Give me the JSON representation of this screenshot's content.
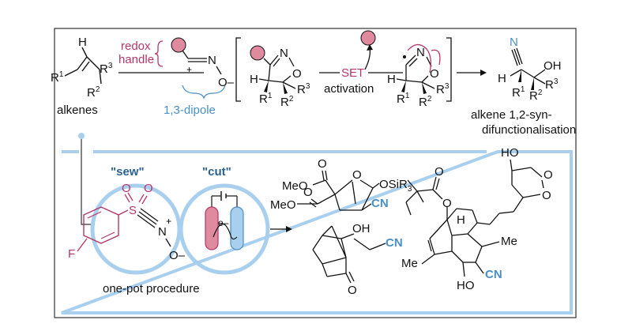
{
  "labels": {
    "redox": "redox",
    "handle": "handle",
    "alkenes": "alkenes",
    "dipole": "1,3-dipole",
    "set": "SET",
    "activation": "activation",
    "product_line1": "alkene 1,2-syn-",
    "product_line2": "difunctionalisation",
    "sew": "\"sew\"",
    "cut": "\"cut\"",
    "one_pot": "one-pot procedure"
  },
  "atoms": {
    "H": "H",
    "R1": "R",
    "R2": "R",
    "R3": "R",
    "sup1": "1",
    "sup2": "2",
    "sup3": "3",
    "N": "N",
    "O": "O",
    "Ominus": "O–",
    "plus": "+",
    "OH": "OH",
    "HO": "HO",
    "CN": "CN",
    "MeO": "MeO",
    "OSiR3": "OSiR",
    "Me": "Me",
    "F": "F",
    "S": "S",
    "eminus": "e–",
    "Hbridge": "H"
  },
  "colors": {
    "magenta": "#b5366a",
    "pink": "#e08aa0",
    "blue": "#4a8fc4",
    "lightblue": "#a9cfee",
    "frame": "#333333"
  }
}
